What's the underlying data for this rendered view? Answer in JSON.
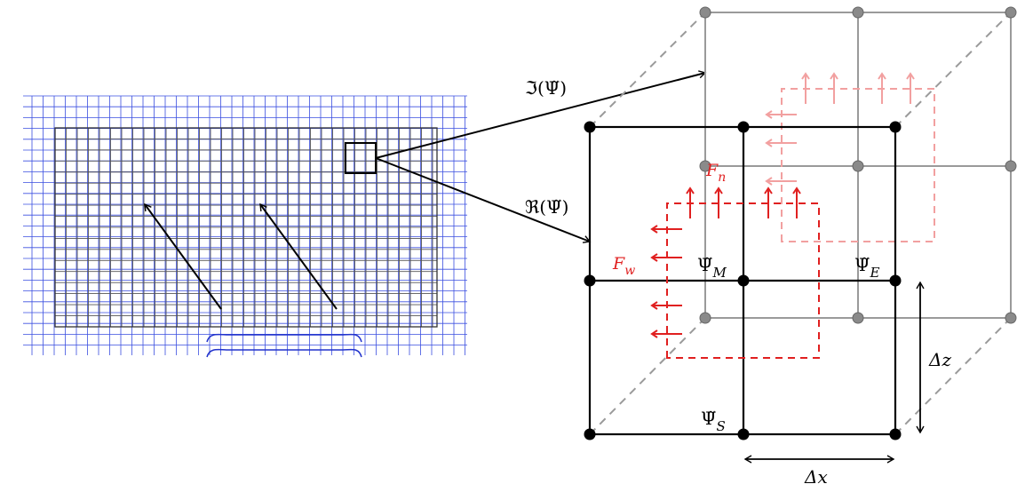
{
  "labels": {
    "imag_part": "ℑ(Ψ̃)",
    "real_part": "ℜ(Ψ̃)",
    "flux_north": "F",
    "flux_north_sub": "n",
    "flux_west": "F",
    "flux_west_sub": "w",
    "psi_m": "Ψ̃",
    "psi_m_sub": "M",
    "psi_e": "Ψ̃",
    "psi_e_sub": "E",
    "psi_s": "Ψ̃",
    "psi_s_sub": "S",
    "dz": "Δz",
    "dx": "Δx"
  },
  "colors": {
    "outer_grid": "#3a4fe0",
    "inner_grid": "#555555",
    "front_cell": "#000000",
    "back_cell": "#9a9a9a",
    "flux": "#e02020",
    "flux_faded": "#f2a0a0"
  }
}
